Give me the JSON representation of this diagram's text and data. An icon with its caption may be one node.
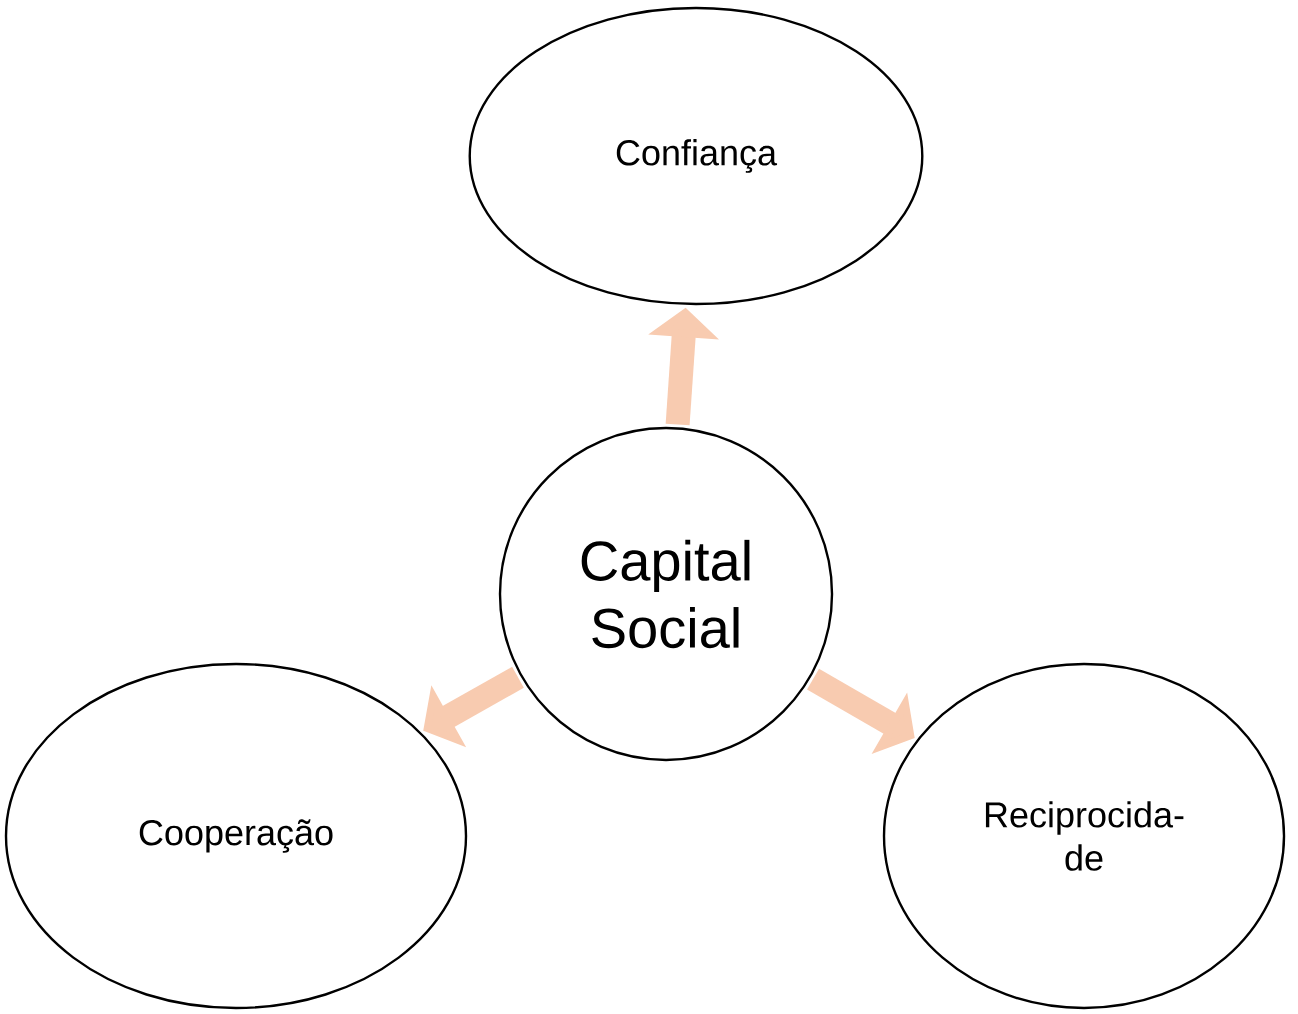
{
  "diagram": {
    "nodes": [
      {
        "text": [
          "Capital Social"
        ]
      },
      {
        "text": [
          "Confiança"
        ]
      },
      {
        "text": [
          "Cooperação"
        ]
      },
      {
        "text": [
          "Reciprocida- de"
        ]
      }
    ],
    "edges": [
      {
        "from": 0,
        "to": 1,
        "arrow": "to"
      },
      {
        "from": 0,
        "to": 2,
        "arrow": "to"
      },
      {
        "from": 0,
        "to": 3,
        "arrow": "to"
      }
    ]
  }
}
